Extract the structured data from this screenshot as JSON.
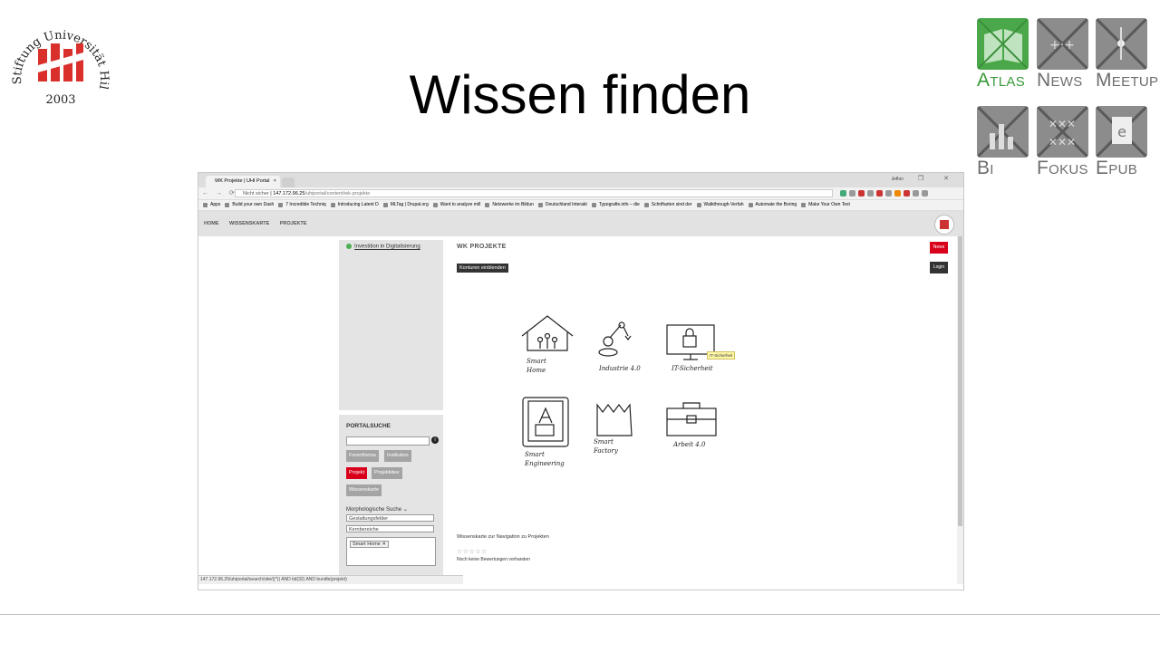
{
  "slide": {
    "title": "Wissen finden",
    "uni_logo_text": "Stiftung Universität Hildesheim",
    "uni_logo_year": "2003"
  },
  "apps": [
    {
      "label": "Atlas",
      "icon": "atlas-icon",
      "color": "#4aa84a"
    },
    {
      "label": "News",
      "icon": "news-icon",
      "color": "#8c8c8c"
    },
    {
      "label": "Meetup",
      "icon": "meetup-icon",
      "color": "#8c8c8c"
    },
    {
      "label": "Bi",
      "icon": "bi-icon",
      "color": "#8c8c8c"
    },
    {
      "label": "Fokus",
      "icon": "fokus-icon",
      "color": "#8c8c8c"
    },
    {
      "label": "Epub",
      "icon": "epub-icon",
      "color": "#8c8c8c"
    }
  ],
  "browser": {
    "tab_title": "WK Projekte | UHI Portal",
    "tab_close": "×",
    "user": "Jeffan",
    "window_controls": "—  ❐  ✕",
    "url_security": "Nicht sicher",
    "url_host": "147.172.96.25",
    "url_path": "/uhiportal/content/wk-projekte",
    "bookmarks": [
      "Apps",
      "Build your own Dash",
      "7 Incredible Techniq",
      "Introducing Latent D",
      "MLTag | Drupal.org",
      "Want to analyze mill",
      "Netzwerke im Bildun",
      "Deutschland Interakt",
      "Typografie.info – die",
      "Schriftarten sind der",
      "Walkthrough-Verfah",
      "Automate the Boring",
      "Make Your Own Text"
    ],
    "status_url": "147.172.96.25/uhiportal/search/site/((*)) AND tid(32) AND bundle(projekt)"
  },
  "site": {
    "nav": [
      "HOME",
      "WISSENSKARTE",
      "PROJEKTE"
    ],
    "sidebar_link": "Investition in Digitalisierung",
    "portal_search_title": "PORTALSUCHE",
    "info_icon": "i",
    "chips": [
      {
        "label": "Forenthema",
        "active": false
      },
      {
        "label": "Institution",
        "active": false
      },
      {
        "label": "Projekt",
        "active": true
      },
      {
        "label": "Projektidee",
        "active": false
      },
      {
        "label": "Wissenskarte",
        "active": false
      }
    ],
    "morph_search": "Morphologische Suche",
    "field_1": "Gestaltungsfelder",
    "field_2": "Kernbereiche",
    "tag_selected": "Smart Home ✕",
    "main_title": "WK PROJEKTE",
    "contour_button": "Konturen einblenden",
    "news_button": "News",
    "login_button": "Login",
    "tooltip": "IT-Sicherheit",
    "map_items": [
      {
        "label": "Smart Home",
        "icon": "house-sketch-icon"
      },
      {
        "label": "Industrie 4.0",
        "icon": "robot-arm-sketch-icon"
      },
      {
        "label": "IT-Sicherheit",
        "icon": "monitor-lock-sketch-icon"
      },
      {
        "label": "Smart Engineering",
        "icon": "blueprint-sketch-icon"
      },
      {
        "label": "Smart Factory",
        "icon": "factory-sketch-icon"
      },
      {
        "label": "Arbeit 4.0",
        "icon": "briefcase-sketch-icon"
      }
    ],
    "footer_text": "Wissenskarte zur Navigation zu Projekten",
    "stars": "☆☆☆☆☆",
    "no_ratings": "Noch keine Bewertungen vorhanden"
  },
  "colors": {
    "accent_red": "#d9001b",
    "dark_button": "#333333",
    "chip_grey": "#a4a4a4"
  }
}
